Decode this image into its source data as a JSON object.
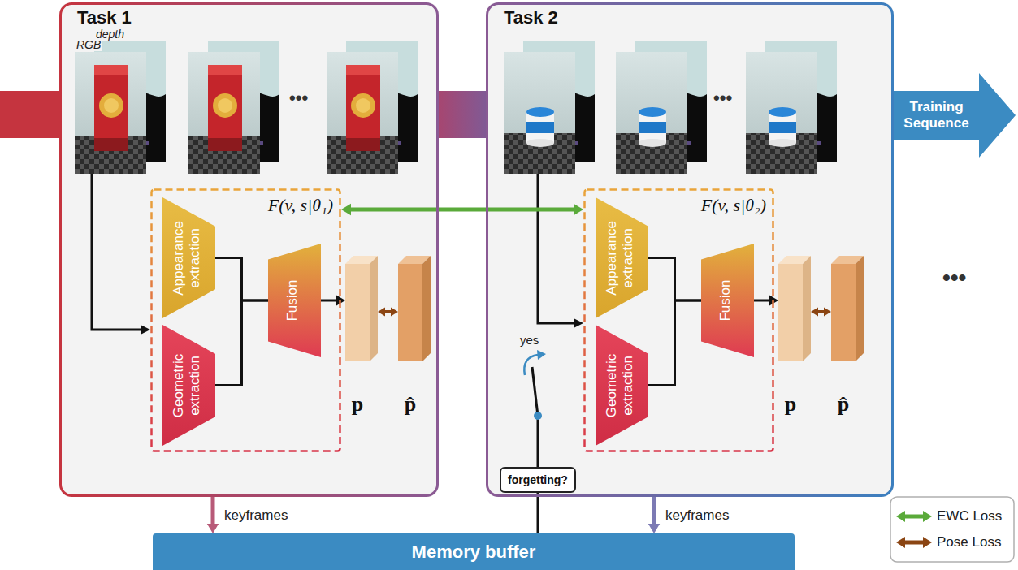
{
  "diagram": {
    "nodes": [
      {
        "text": [
          "Task 1"
        ]
      },
      {
        "text": [
          "F(v, s|θ₁)"
        ],
        "in": 0
      },
      {
        "text": [
          "Appearance extraction"
        ],
        "in": 1
      },
      {
        "text": [
          "Geometric extraction"
        ],
        "in": 1
      },
      {
        "text": [
          "Fusion"
        ],
        "in": 1
      },
      {
        "text": [
          "p"
        ],
        "in": 0
      },
      {
        "text": [
          "p̂"
        ],
        "in": 0
      },
      {
        "text": [
          "Task 2"
        ]
      },
      {
        "text": [
          "F(v, s|θ₂)"
        ],
        "in": 7
      },
      {
        "text": [
          "Appearance extraction"
        ],
        "in": 8
      },
      {
        "text": [
          "Geometric extraction"
        ],
        "in": 8
      },
      {
        "text": [
          "Fusion"
        ],
        "in": 8
      },
      {
        "text": [
          "p"
        ],
        "in": 7
      },
      {
        "text": [
          "p̂"
        ],
        "in": 7
      },
      {
        "text": [
          "forgetting?"
        ],
        "in": 7
      },
      {
        "text": [
          "Training Sequence"
        ]
      },
      {
        "text": [
          "Memory buffer"
        ]
      }
    ],
    "edges": [
      {
        "from": 2,
        "to": 4,
        "arrow": "none"
      },
      {
        "from": 3,
        "to": 4,
        "arrow": "none"
      },
      {
        "from": 4,
        "to": 5,
        "arrow": "to"
      },
      {
        "from": 5,
        "to": 6,
        "arrow": "both"
      },
      {
        "from": 1,
        "to": 8,
        "arrow": "both"
      },
      {
        "from": 9,
        "to": 11,
        "arrow": "none"
      },
      {
        "from": 10,
        "to": 11,
        "arrow": "none"
      },
      {
        "from": 11,
        "to": 12,
        "arrow": "to"
      },
      {
        "from": 12,
        "to": 13,
        "arrow": "both"
      },
      {
        "from": 0,
        "to": 16,
        "label": "keyframes",
        "arrow": "to"
      },
      {
        "from": 7,
        "to": 16,
        "label": "keyframes",
        "arrow": "to"
      },
      {
        "from": 16,
        "to": 14,
        "arrow": "none"
      }
    ],
    "labels": [
      "depth",
      "RGB",
      "•••",
      "•••",
      "•••",
      "yes"
    ],
    "legend": [
      {
        "text": "EWC Loss"
      },
      {
        "text": "Pose Loss"
      }
    ]
  }
}
